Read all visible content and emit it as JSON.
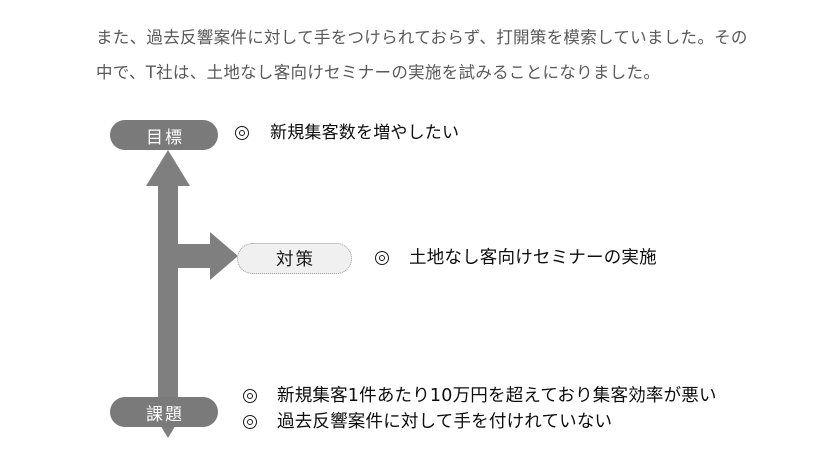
{
  "page": {
    "background_color": "#ffffff",
    "body_text_color": "#595959"
  },
  "intro": {
    "lines": [
      "また、過去反響案件に対して手をつけられておらず、打開策を模索していました。その",
      "中で、T社は、土地なし客向けセミナーの実施を試みることになりました。"
    ]
  },
  "diagram": {
    "arrow_color": "#7f7f7f",
    "nodes": {
      "goal": {
        "label": "目標",
        "fill": "#7a7a7a",
        "text_color": "#ffffff",
        "shape": "pill-solid"
      },
      "measure": {
        "label": "対策",
        "fill": "#f0f0f0",
        "text_color": "#1a1a1a",
        "border_color": "#9a9a9a",
        "border_style": "dotted",
        "shape": "pill-dotted"
      },
      "issue": {
        "label": "課題",
        "fill": "#7a7a7a",
        "text_color": "#ffffff",
        "shape": "pill-solid"
      }
    },
    "bullet_icon": "bullseye-double-circle-icon",
    "goal_items": [
      "新規集客数を増やしたい"
    ],
    "measure_items": [
      "土地なし客向けセミナーの実施"
    ],
    "issue_items": [
      "新規集客1件あたり10万円を超えており集客効率が悪い",
      "過去反響案件に対して手を付けれていない"
    ]
  }
}
